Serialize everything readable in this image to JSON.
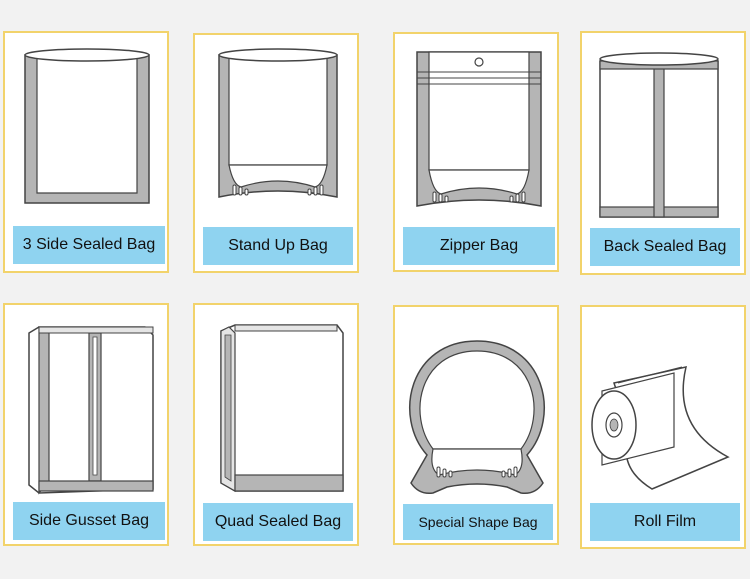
{
  "colors": {
    "card_border": "#f2d36b",
    "label_background": "#8fd3f0",
    "page_background": "#f2f2f2",
    "seal_gray": "#b5b5b5",
    "outline": "#444444"
  },
  "bags": [
    {
      "label": "3 Side Sealed Bag",
      "icon": "three-side-sealed-bag-icon"
    },
    {
      "label": "Stand Up Bag",
      "icon": "stand-up-bag-icon"
    },
    {
      "label": "Zipper Bag",
      "icon": "zipper-bag-icon"
    },
    {
      "label": "Back Sealed Bag",
      "icon": "back-sealed-bag-icon"
    },
    {
      "label": "Side Gusset Bag",
      "icon": "side-gusset-bag-icon"
    },
    {
      "label": "Quad Sealed Bag",
      "icon": "quad-sealed-bag-icon"
    },
    {
      "label": "Special Shape Bag",
      "icon": "special-shape-bag-icon"
    },
    {
      "label": "Roll Film",
      "icon": "roll-film-icon"
    }
  ]
}
